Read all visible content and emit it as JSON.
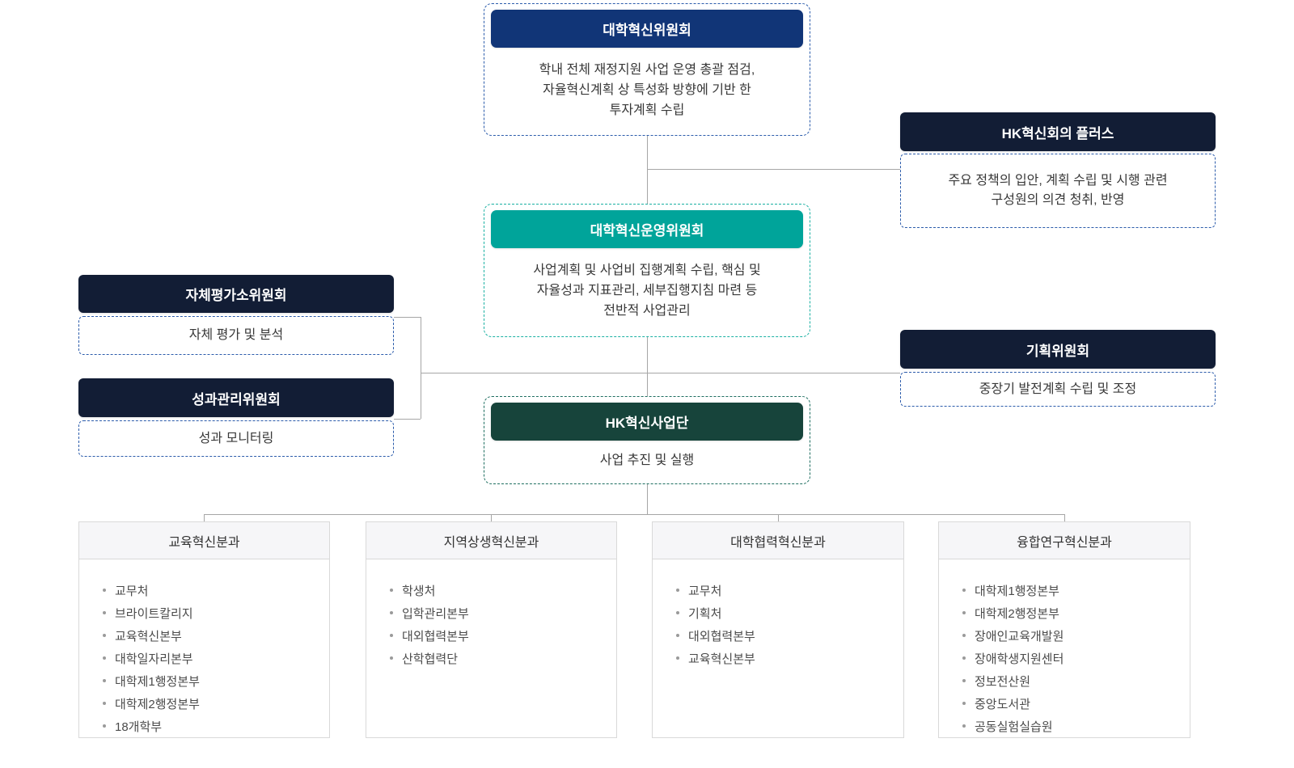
{
  "palette": {
    "navy": "#113577",
    "dark_navy": "#121d35",
    "teal": "#00a49a",
    "dark_green": "#17443b",
    "dash_blue": "#2c5cab",
    "dash_teal": "#19b0a2",
    "dash_green": "#1e6e60",
    "connector_gray": "#a6a6a6"
  },
  "top_committee": {
    "title": "대학혁신위원회",
    "description": "학내 전체 재정지원 사업 운영 총괄 점검,\n자율혁신계획 상 특성화 방향에 기반 한\n투자계획 수립"
  },
  "hk_plus": {
    "title": "HK혁신회의 플러스",
    "description": "주요 정책의 입안, 계획 수립 및 시행 관련\n구성원의 의견 청취, 반영"
  },
  "operating_committee": {
    "title": "대학혁신운영위원회",
    "description": "사업계획 및 사업비 집행계획 수립, 핵심 및\n자율성과 지표관리, 세부집행지침 마련 등\n전반적 사업관리"
  },
  "self_evaluation": {
    "title": "자체평가소위원회",
    "description": "자체 평가 및 분석"
  },
  "performance_mgmt": {
    "title": "성과관리위원회",
    "description": "성과 모니터링"
  },
  "planning_committee": {
    "title": "기획위원회",
    "description": "중장기 발전계획 수립 및 조정"
  },
  "hk_task_force": {
    "title": "HK혁신사업단",
    "description": "사업 추진 및 실행"
  },
  "divisions": [
    {
      "title": "교육혁신분과",
      "members": [
        "교무처",
        "브라이트칼리지",
        "교육혁신본부",
        "대학일자리본부",
        "대학제1행정본부",
        "대학제2행정본부",
        "18개학부"
      ]
    },
    {
      "title": "지역상생혁신분과",
      "members": [
        "학생처",
        "입학관리본부",
        "대외협력본부",
        "산학협력단"
      ]
    },
    {
      "title": "대학협력혁신분과",
      "members": [
        "교무처",
        "기획처",
        "대외협력본부",
        "교육혁신본부"
      ]
    },
    {
      "title": "융합연구혁신분과",
      "members": [
        "대학제1행정본부",
        "대학제2행정본부",
        "장애인교육개발원",
        "장애학생지원센터",
        "정보전산원",
        "중앙도서관",
        "공동실험실습원"
      ]
    }
  ]
}
